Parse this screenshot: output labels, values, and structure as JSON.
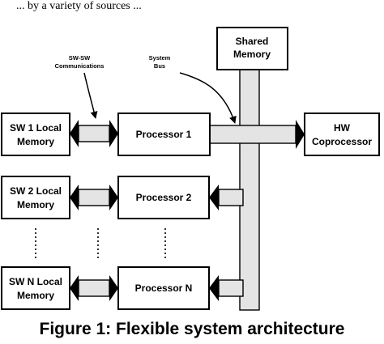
{
  "top_fragment": "... by a variety of sources ...",
  "labels": {
    "shared_memory": [
      "Shared",
      "Memory"
    ],
    "sw_sw": [
      "SW-SW",
      "Communications"
    ],
    "system_bus": [
      "System",
      "Bus"
    ],
    "sw1": [
      "SW 1 Local",
      "Memory"
    ],
    "sw2": [
      "SW 2 Local",
      "Memory"
    ],
    "swn": [
      "SW N Local",
      "Memory"
    ],
    "p1": "Processor 1",
    "p2": "Processor 2",
    "pn": "Processor N",
    "hw": [
      "HW",
      "Coprocessor"
    ]
  },
  "caption": "Figure 1: Flexible system architecture"
}
